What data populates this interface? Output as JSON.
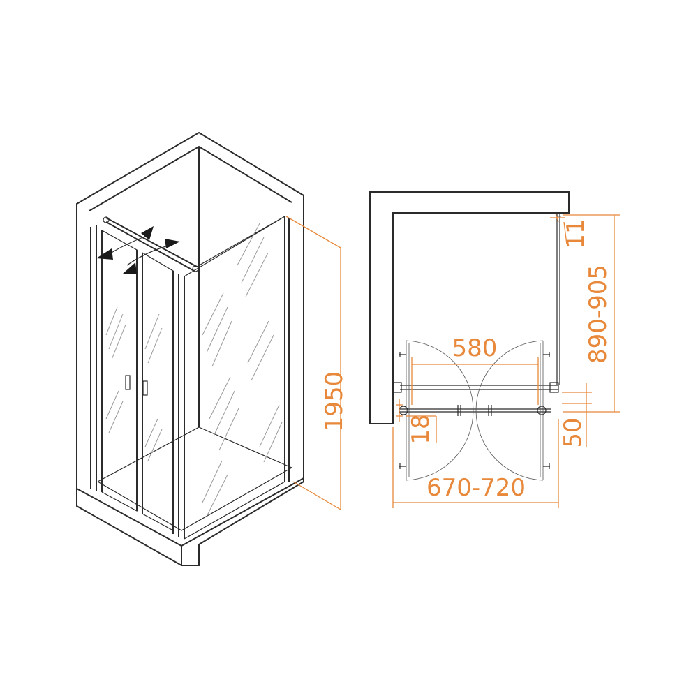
{
  "colors": {
    "line": "#2b2b2b",
    "dimension": "#e8883a",
    "background": "#ffffff"
  },
  "dimensions": {
    "height": "1950",
    "width_range": "670-720",
    "depth_range": "890-905",
    "opening": "580",
    "profile_depth": "50",
    "wall_gap": "11",
    "hinge_offset": "18"
  }
}
